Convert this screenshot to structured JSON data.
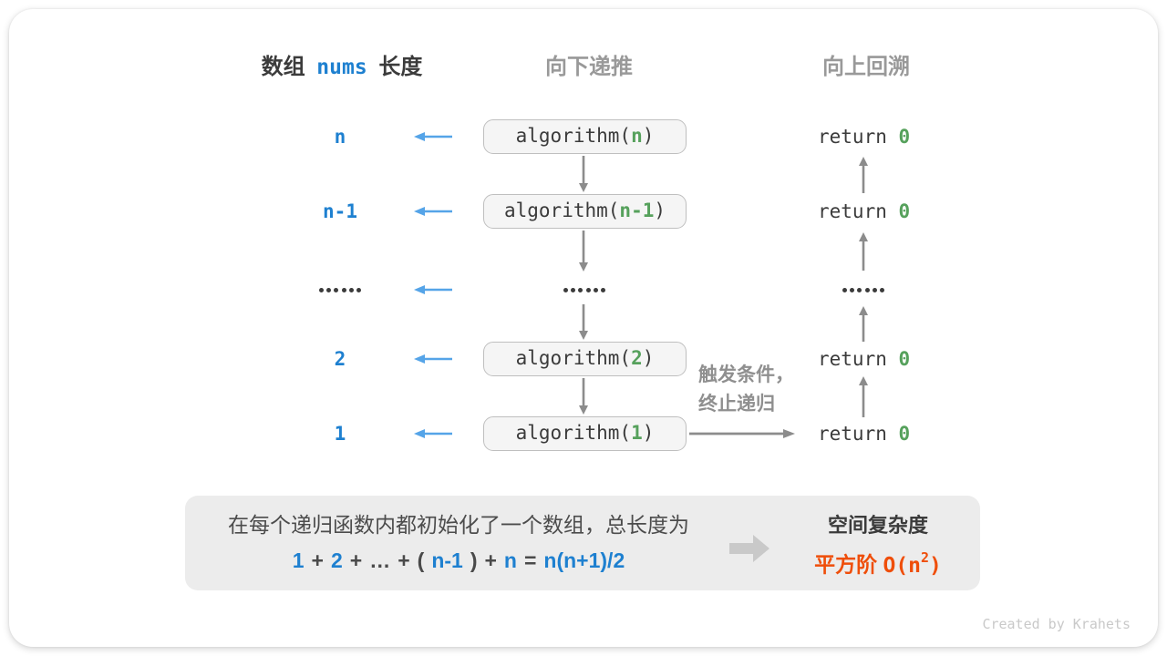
{
  "headers": {
    "col1_part1": "数组",
    "col1_code": "nums",
    "col1_part2": "长度",
    "col2": "向下递推",
    "col3": "向上回溯"
  },
  "rows": [
    {
      "label": "n",
      "call_pre": "algorithm(",
      "call_arg": "n",
      "call_post": ")",
      "ret_kw": "return ",
      "ret_val": "0"
    },
    {
      "label": "n-1",
      "call_pre": "algorithm(",
      "call_arg": "n-1",
      "call_post": ")",
      "ret_kw": "return ",
      "ret_val": "0"
    },
    {
      "label": "......",
      "dots": "......"
    },
    {
      "label": "2",
      "call_pre": "algorithm(",
      "call_arg": "2",
      "call_post": ")",
      "ret_kw": "return ",
      "ret_val": "0"
    },
    {
      "label": "1",
      "call_pre": "algorithm(",
      "call_arg": "1",
      "call_post": ")",
      "ret_kw": "return ",
      "ret_val": "0"
    }
  ],
  "annotation": {
    "line1": "触发条件，",
    "line2": "终止递归"
  },
  "summary": {
    "line1": "在每个递归函数内都初始化了一个数组，总长度为",
    "formula": [
      {
        "t": "1",
        "c": "blue"
      },
      {
        "t": "+",
        "c": "dark"
      },
      {
        "t": "2",
        "c": "blue"
      },
      {
        "t": "+",
        "c": "dark"
      },
      {
        "t": "…",
        "c": "dark"
      },
      {
        "t": "+",
        "c": "dark"
      },
      {
        "t": "(",
        "c": "dark"
      },
      {
        "t": "n-1",
        "c": "blue"
      },
      {
        "t": ")",
        "c": "dark"
      },
      {
        "t": "+",
        "c": "dark"
      },
      {
        "t": "n",
        "c": "blue"
      },
      {
        "t": "=",
        "c": "dark"
      },
      {
        "t": "n(n+1)/2",
        "c": "blue"
      }
    ],
    "result_title": "空间复杂度",
    "result_prefix": "平方阶 ",
    "result_o": "O(n",
    "result_sup": "2",
    "result_close": ")"
  },
  "footer": "Created by Krahets",
  "colors": {
    "blue": "#1e80d0",
    "light_blue_arrow": "#55a4e8",
    "green": "#56a15c",
    "orange": "#ef4e0a",
    "dark_text": "#3b3b3b",
    "gray_header": "#999999",
    "arrow_gray": "#8c8c8c",
    "box_fill": "#f5f5f5",
    "box_border": "#bfbfbf",
    "summary_box_fill": "#ececec",
    "block_arrow": "#c9c9c9"
  }
}
